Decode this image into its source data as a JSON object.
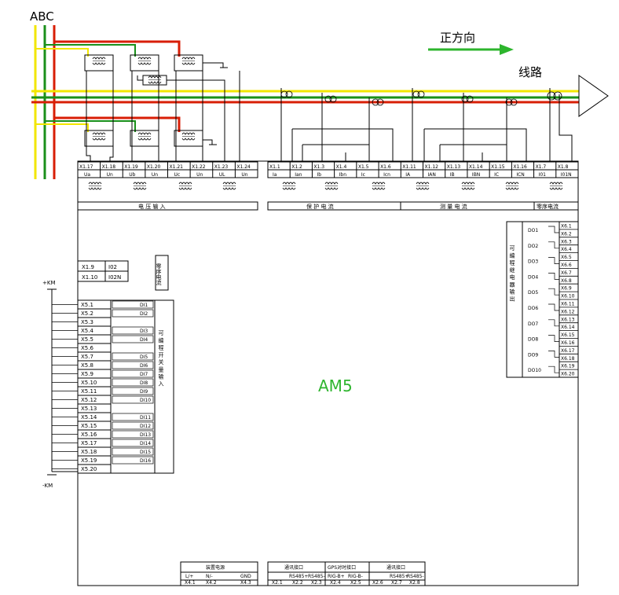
{
  "header": {
    "phase_label": "ABC",
    "direction_label": "正方向",
    "line_label": "线路"
  },
  "colors": {
    "yellow": "#f2e600",
    "green": "#1a8f1a",
    "red": "#d81e06",
    "arrow": "#2db52d",
    "device_label": "#2fb52f"
  },
  "device": {
    "model": "AM5"
  },
  "voltage": {
    "terminals": [
      "X1.17",
      "X1.18",
      "X1.19",
      "X1.20",
      "X1.21",
      "X1.22",
      "X1.23",
      "X1.24"
    ],
    "signals": [
      "Ua",
      "Un",
      "Ub",
      "Un",
      "Uc",
      "Un",
      "UL",
      "Un"
    ],
    "section_label": "电 压 输 入"
  },
  "current": {
    "terminals": [
      "X1.1",
      "X1.2",
      "X1.3",
      "X1.4",
      "X1.5",
      "X1.6",
      "X1.11",
      "X1.12",
      "X1.13",
      "X1.14",
      "X1.15",
      "X1.16",
      "X1.7",
      "X1.8"
    ],
    "signals": [
      "Ia",
      "Ian",
      "Ib",
      "Ibn",
      "Ic",
      "Icn",
      "IA",
      "IAN",
      "IB",
      "IBN",
      "IC",
      "ICN",
      "I01",
      "I01N"
    ],
    "protection_label": "保 护 电 流",
    "measure_label": "测 量 电 流",
    "zero_label": "零序电流"
  },
  "zero_seq_voltage": {
    "rows": [
      {
        "terminal": "X1.9",
        "signal": "I02"
      },
      {
        "terminal": "X1.10",
        "signal": "I02N"
      }
    ],
    "label": "零序电流"
  },
  "dc": {
    "plus": "+KM",
    "minus": "-KM"
  },
  "inputs": {
    "terminals": [
      "X5.1",
      "X5.2",
      "X5.3",
      "X5.4",
      "X5.5",
      "X5.6",
      "X5.7",
      "X5.8",
      "X5.9",
      "X5.10",
      "X5.11",
      "X5.12",
      "X5.13",
      "X5.14",
      "X5.15",
      "X5.16",
      "X5.17",
      "X5.18",
      "X5.19",
      "X5.20"
    ],
    "channels": [
      "DI1",
      "DI2",
      "DI3",
      "DI4",
      "DI5",
      "DI6",
      "DI7",
      "DI8",
      "DI9",
      "DI10",
      "DI11",
      "DI12",
      "DI13",
      "DI14",
      "DI15",
      "DI16"
    ],
    "label": "可 编 程 开 关 量 输 入"
  },
  "outputs": {
    "channels": [
      "DO1",
      "DO2",
      "DO3",
      "DO4",
      "DO5",
      "DO6",
      "DO7",
      "DO8",
      "DO9",
      "DO10"
    ],
    "terminals": [
      "X6.1",
      "X6.2",
      "X6.3",
      "X6.4",
      "X6.5",
      "X6.6",
      "X6.7",
      "X6.8",
      "X6.9",
      "X6.10",
      "X6.11",
      "X6.12",
      "X6.13",
      "X6.14",
      "X6.15",
      "X6.16",
      "X6.17",
      "X6.18",
      "X6.19",
      "X6.20"
    ],
    "label": "可 编 程 继 电 器 输 出"
  },
  "bottom": {
    "power": {
      "title": "装置电源",
      "cols": [
        "L/+",
        "N/-",
        "GND"
      ],
      "terms": [
        "X4.1",
        "X4.2",
        "X4.3"
      ]
    },
    "comm1": {
      "title": "通讯接口",
      "cols": [
        "RS485+",
        "RS485-"
      ],
      "terms": [
        "X2.1",
        "X2.2",
        "X2.3"
      ]
    },
    "gps": {
      "title": "GPS对时接口",
      "cols": [
        "RIG-B+",
        "RIG-B-"
      ],
      "terms": [
        "X2.4",
        "X2.5"
      ]
    },
    "comm2": {
      "title": "通讯接口",
      "cols": [
        "RS485+",
        "RS485-"
      ],
      "terms": [
        "X2.6",
        "X2.7",
        "X2.8"
      ]
    }
  }
}
